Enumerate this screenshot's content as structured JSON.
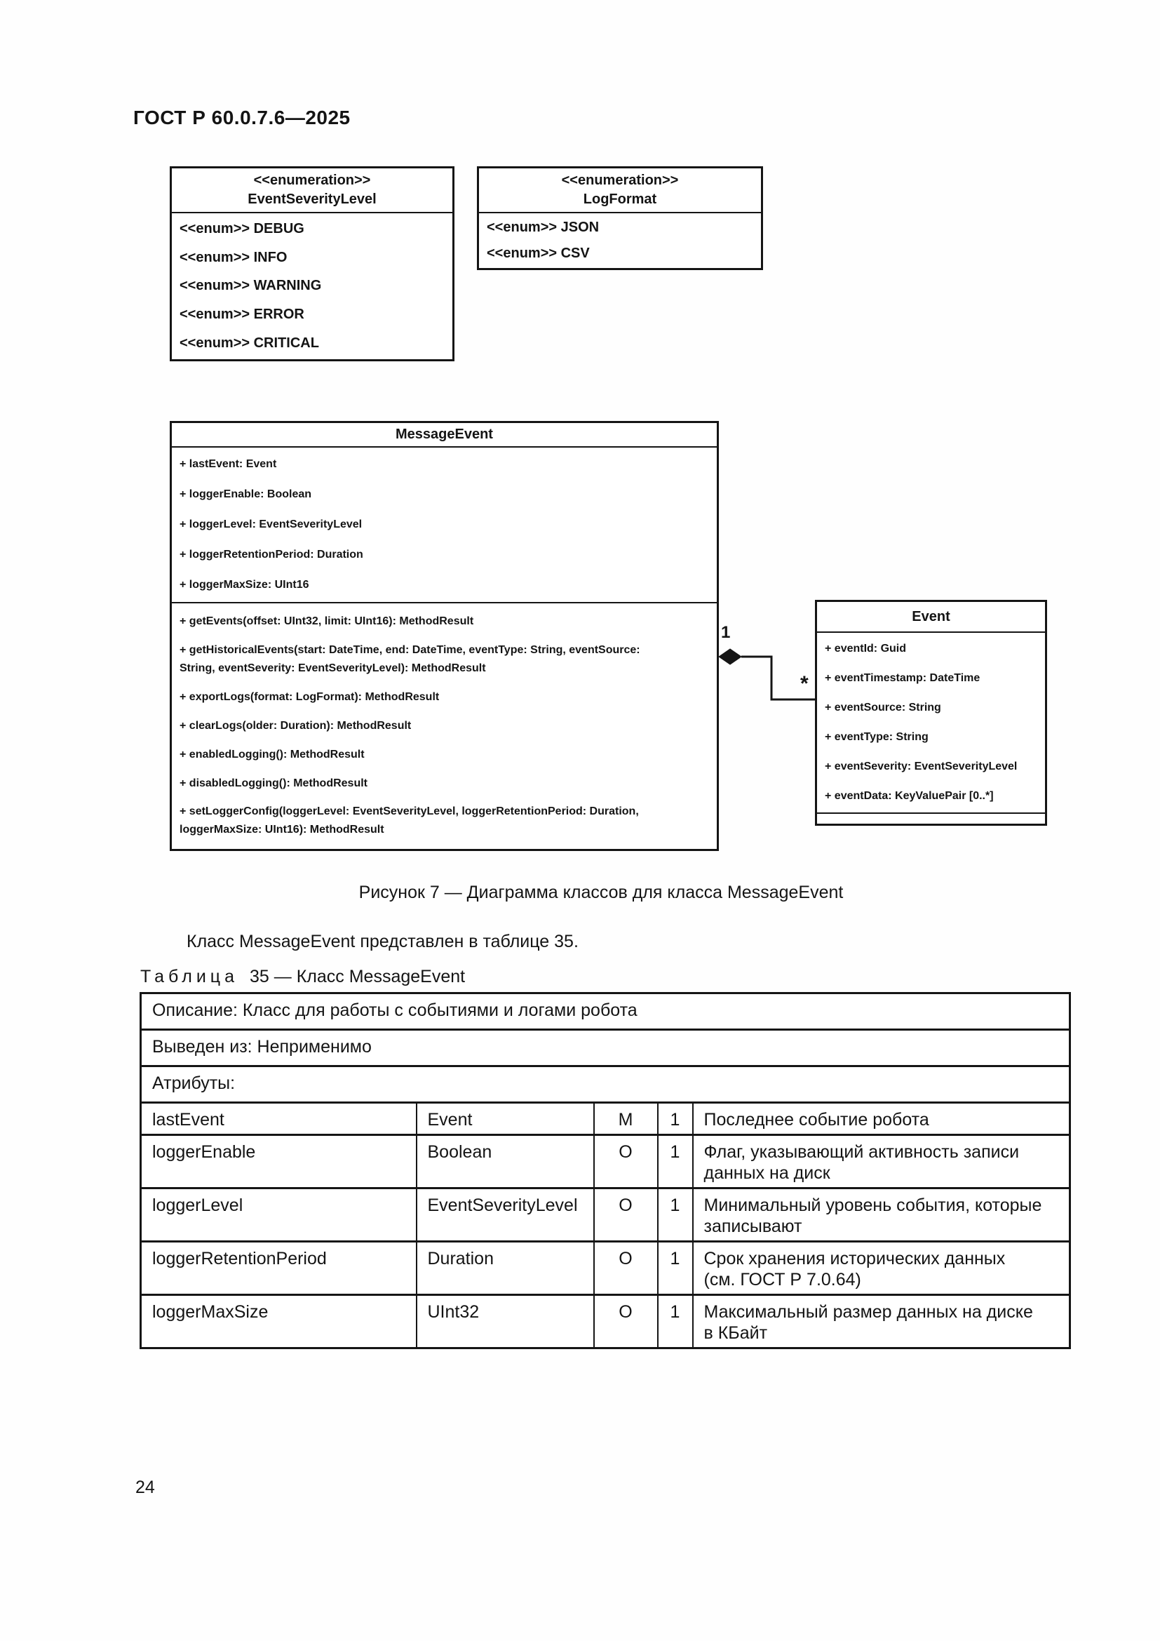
{
  "page": {
    "header": "ГОСТ Р 60.0.7.6—2025",
    "page_number": "24"
  },
  "diagram": {
    "enums": [
      {
        "stereotype": "<<enumeration>>",
        "name": "EventSeverityLevel",
        "items": [
          "<<enum>> DEBUG",
          "<<enum>> INFO",
          "<<enum>> WARNING",
          "<<enum>> ERROR",
          "<<enum>> CRITICAL"
        ]
      },
      {
        "stereotype": "<<enumeration>>",
        "name": "LogFormat",
        "items": [
          "<<enum>> JSON",
          "<<enum>> CSV"
        ]
      }
    ],
    "message_event": {
      "name": "MessageEvent",
      "attributes": [
        "+ lastEvent: Event",
        "+ loggerEnable: Boolean",
        "+ loggerLevel: EventSeverityLevel",
        "+ loggerRetentionPeriod: Duration",
        "+ loggerMaxSize: UInt16"
      ],
      "methods": [
        "+ getEvents(offset: UInt32, limit: UInt16): MethodResult",
        "+ getHistoricalEvents(start: DateTime, end: DateTime, eventType: String, eventSource:\nString, eventSeverity: EventSeverityLevel): MethodResult",
        "+ exportLogs(format: LogFormat): MethodResult",
        "+ clearLogs(older: Duration): MethodResult",
        "+ enabledLogging(): MethodResult",
        "+ disabledLogging(): MethodResult",
        "+ setLoggerConfig(loggerLevel: EventSeverityLevel, loggerRetentionPeriod: Duration,\nloggerMaxSize: UInt16): MethodResult"
      ]
    },
    "event": {
      "name": "Event",
      "attributes": [
        "+ eventId: Guid",
        "+ eventTimestamp: DateTime",
        "+ eventSource: String",
        "+ eventType: String",
        "+ eventSeverity: EventSeverityLevel",
        "+ eventData: KeyValuePair [0..*]"
      ]
    },
    "association": {
      "from_multiplicity": "1",
      "to_multiplicity": "*"
    }
  },
  "figure": {
    "caption": "Рисунок 7 — Диаграмма классов для класса MessageEvent"
  },
  "paragraph": "Класс MessageEvent представлен в таблице 35.",
  "table": {
    "label_word": "Таблица",
    "label_rest": "35 — Класс MessageEvent",
    "description_row": "Описание: Класс для работы с событиями и логами робота",
    "derived_row": "Выведен из: Неприменимо",
    "attributes_row": "Атрибуты:",
    "rows": [
      {
        "name": "lastEvent",
        "type": "Event",
        "opt": "M",
        "mult": "1",
        "desc": "Последнее событие робота"
      },
      {
        "name": "loggerEnable",
        "type": "Boolean",
        "opt": "O",
        "mult": "1",
        "desc": "Флаг, указывающий активность записи\nданных на диск"
      },
      {
        "name": "loggerLevel",
        "type": "EventSeverityLevel",
        "opt": "O",
        "mult": "1",
        "desc": "Минимальный уровень события, которые\nзаписывают"
      },
      {
        "name": "loggerRetentionPeriod",
        "type": "Duration",
        "opt": "O",
        "mult": "1",
        "desc": "Срок хранения исторических данных\n(см. ГОСТ Р 7.0.64)"
      },
      {
        "name": "loggerMaxSize",
        "type": "UInt32",
        "opt": "O",
        "mult": "1",
        "desc": "Максимальный размер данных на диске\nв КБайт"
      }
    ]
  }
}
